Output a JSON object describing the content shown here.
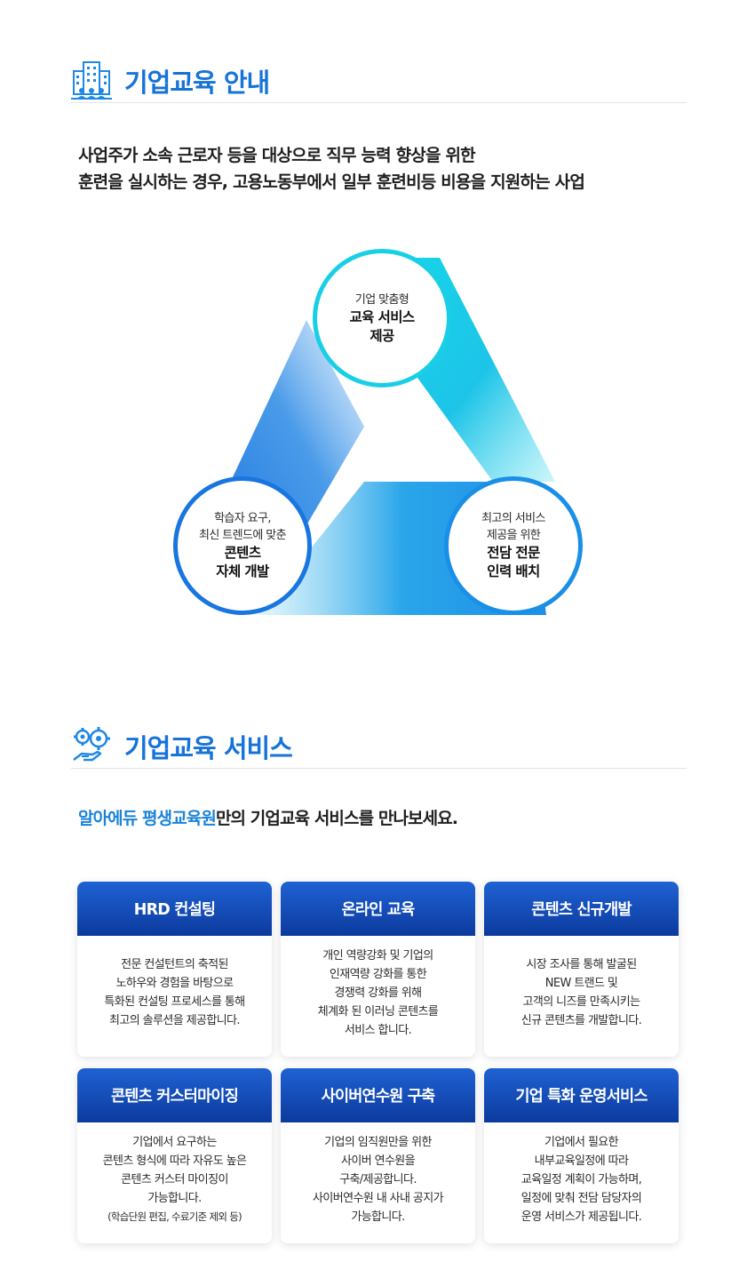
{
  "section1": {
    "title": "기업교육 안내",
    "icon": "building-icon",
    "intro_lines": [
      "사업주가 소속 근로자 등을 대상으로 직무 능력 향상을 위한",
      "훈련을 실시하는 경우, 고용노동부에서 일부 훈련비등 비용을 지원하는 사업"
    ]
  },
  "diagram": {
    "top": {
      "small": "기업 맞춤형",
      "big": [
        "교육 서비스",
        "제공"
      ]
    },
    "left": {
      "small": [
        "학습자 요구,",
        "최신 트렌드에 맞춘"
      ],
      "big": [
        "콘텐츠",
        "자체 개발"
      ]
    },
    "right": {
      "small": [
        "최고의 서비스",
        "제공을 위한"
      ],
      "big": [
        "전담 전문",
        "인력 배치"
      ]
    },
    "colors": {
      "cyan": "#19cfe6",
      "blue": "#1976e0",
      "mid": "#1a8fe6"
    }
  },
  "section2": {
    "title": "기업교육 서비스",
    "icon": "gears-hand-icon",
    "subintro_accent": "알아에듀 평생교육원",
    "subintro_rest": "만의 기업교육 서비스를 만나보세요."
  },
  "cards": [
    {
      "title": "HRD 컨설팅",
      "lines": [
        "전문 컨설턴트의 축적된",
        "노하우와 경험을 바탕으로",
        "특화된 컨설팅 프로세스를 통해",
        "최고의 솔루션을 제공합니다."
      ]
    },
    {
      "title": "온라인 교육",
      "lines": [
        "개인 역량강화 및 기업의",
        "인재역량 강화를 통한",
        "경쟁력 강화를 위해",
        "체계화 된 이러닝 콘텐츠를",
        "서비스 합니다."
      ]
    },
    {
      "title": "콘텐츠 신규개발",
      "lines": [
        "시장 조사를 통해 발굴된",
        "NEW 트랜드 및",
        "고객의 니즈를 만족시키는",
        "신규 콘텐츠를 개발합니다."
      ]
    },
    {
      "title": "콘텐츠 커스터마이징",
      "lines": [
        "기업에서 요구하는",
        "콘텐츠 형식에 따라 자유도 높은",
        "콘텐츠 커스터 마이징이",
        "가능합니다."
      ],
      "note": "(학습단원 편집, 수료기준 제외 등)"
    },
    {
      "title": "사이버연수원 구축",
      "lines": [
        "기업의 임직원만을 위한",
        "사이버 연수원을",
        "구축/제공합니다.",
        "사이버연수원 내 사내 공지가",
        "가능합니다."
      ]
    },
    {
      "title": "기업 특화 운영서비스",
      "lines": [
        "기업에서 필요한",
        "내부교육일정에 따라",
        "교육일정 계획이 가능하며,",
        "일정에 맞춰 전담 담당자의",
        "운영 서비스가 제공됩니다."
      ]
    }
  ],
  "accent_color": "#1673d8"
}
